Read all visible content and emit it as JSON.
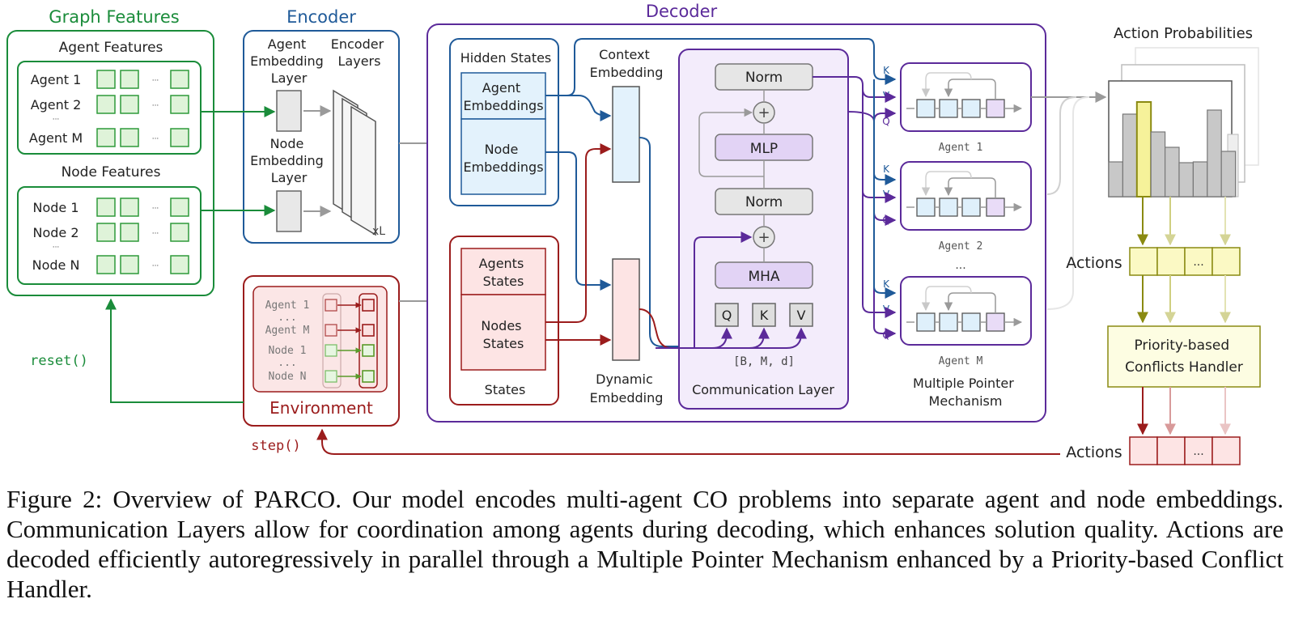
{
  "graph_features": {
    "title": "Graph Features",
    "agent_features_title": "Agent Features",
    "agents": [
      "Agent 1",
      "Agent 2",
      "Agent M"
    ],
    "node_features_title": "Node Features",
    "nodes": [
      "Node 1",
      "Node 2",
      "Node N"
    ],
    "ellipsis": "···",
    "vdots": "···"
  },
  "encoder": {
    "title": "Encoder",
    "agent_embedding_layer": [
      "Agent",
      "Embedding",
      "Layer"
    ],
    "encoder_layers": [
      "Encoder",
      "Layers"
    ],
    "node_embedding_layer": [
      "Node",
      "Embedding",
      "Layer"
    ],
    "xl": "xL"
  },
  "environment": {
    "title": "Environment",
    "rows": [
      "Agent 1",
      "...",
      "Agent M",
      "Node 1",
      "...",
      "Node N"
    ],
    "reset": "reset()",
    "step": "step()"
  },
  "decoder": {
    "title": "Decoder",
    "hidden_states_title": "Hidden States",
    "agent_embeddings": [
      "Agent",
      "Embeddings"
    ],
    "node_embeddings": [
      "Node",
      "Embeddings"
    ],
    "states_title": "States",
    "agents_states": [
      "Agents",
      "States"
    ],
    "nodes_states": [
      "Nodes",
      "States"
    ],
    "context_embedding": [
      "Context",
      "Embedding"
    ],
    "dynamic_embedding": [
      "Dynamic",
      "Embedding"
    ]
  },
  "communication_layer": {
    "title": "Communication Layer",
    "norm": "Norm",
    "mlp": "MLP",
    "mha": "MHA",
    "plus": "+",
    "q": "Q",
    "k": "K",
    "v": "V",
    "shape": "[B, M, d]"
  },
  "pointer": {
    "title": [
      "Multiple Pointer",
      "Mechanism"
    ],
    "agents": [
      "Agent 1",
      "Agent 2",
      "Agent M"
    ],
    "dots": "...",
    "k": "K",
    "v": "V",
    "q": "Q"
  },
  "output": {
    "action_probabilities": "Action Probabilities",
    "actions": "Actions",
    "dots": "...",
    "conflict_handler": [
      "Priority-based",
      "Conflicts Handler"
    ]
  },
  "caption": "Figure 2: Overview of PARCO. Our model encodes multi-agent CO problems into separate agent and node embeddings. Communication Layers allow for coordination among agents during decoding, which enhances solution quality. Actions are decoded efficiently autoregressively in parallel through a Multiple Pointer Mechanism enhanced by a Priority-based Conflict Handler.",
  "colors": {
    "green": "#1a8c3a",
    "blue": "#1f5a99",
    "red": "#9b1c1c",
    "purple": "#5b2a9a",
    "olive": "#8a8a12",
    "gray": "#8e8e8e"
  }
}
